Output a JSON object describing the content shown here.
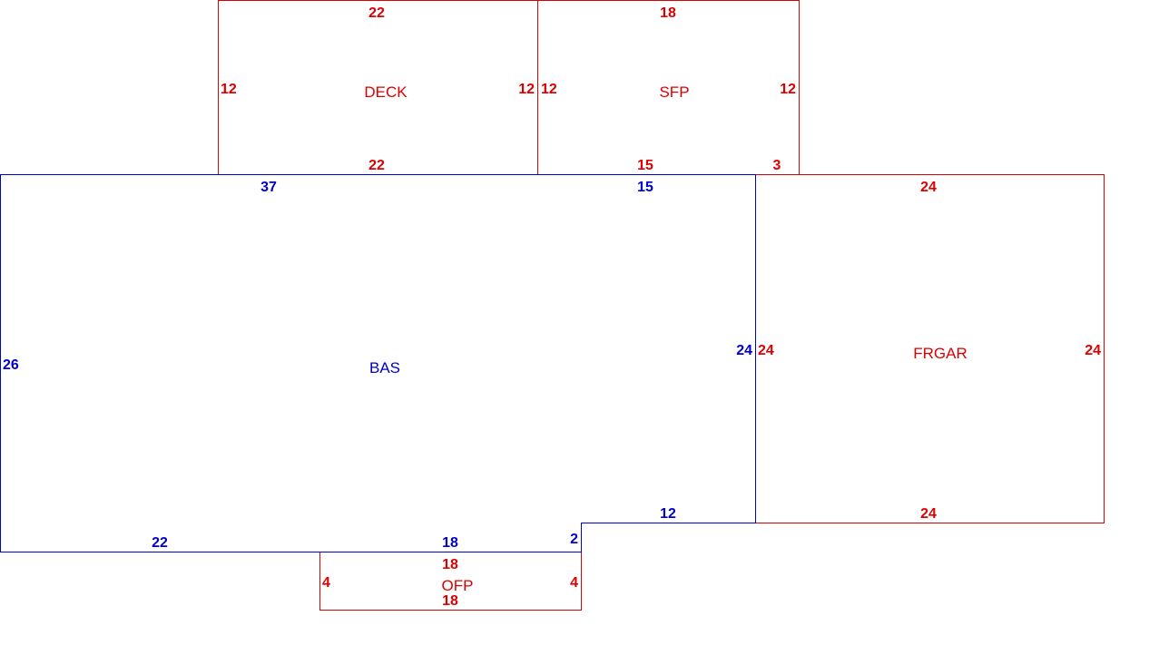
{
  "colors": {
    "main_area": "#0000cc",
    "sub_area": "#dd0000",
    "background": "#ffffff"
  },
  "areas": {
    "deck": {
      "label": "DECK",
      "dims": {
        "top": "22",
        "left": "12",
        "right": "12",
        "bottom": "22"
      }
    },
    "sfp": {
      "label": "SFP",
      "dims": {
        "top": "18",
        "left": "12",
        "right": "12",
        "bottom_a": "15",
        "bottom_b": "3"
      }
    },
    "bas": {
      "label": "BAS",
      "dims": {
        "top_a": "37",
        "top_b": "15",
        "left": "26",
        "right": "24",
        "bottom_a": "22",
        "bottom_b": "18",
        "step_vertical": "2",
        "step_horizontal": "12"
      }
    },
    "frgar": {
      "label": "FRGAR",
      "dims": {
        "top": "24",
        "left": "24",
        "right": "24",
        "bottom": "24"
      }
    },
    "ofp": {
      "label": "OFP",
      "dims": {
        "top": "18",
        "left": "4",
        "right": "4",
        "bottom": "18"
      }
    }
  }
}
